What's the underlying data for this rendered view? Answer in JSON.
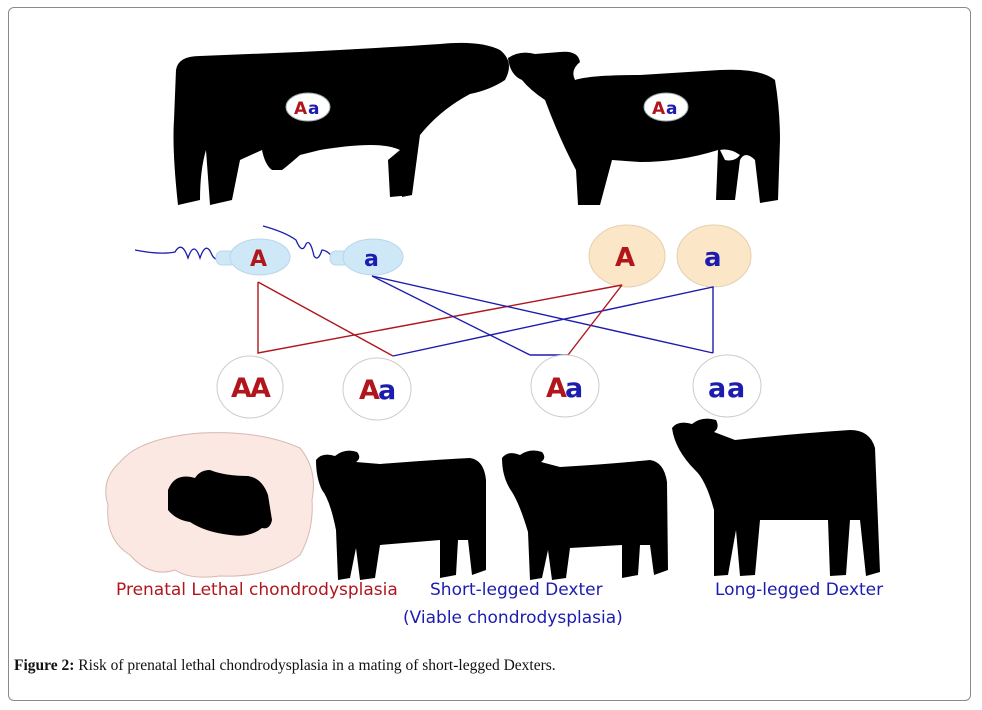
{
  "parents": {
    "bull": {
      "genotype_dominant": "A",
      "genotype_recessive": "a"
    },
    "cow": {
      "genotype_dominant": "A",
      "genotype_recessive": "a"
    }
  },
  "gametes": {
    "sperm": [
      {
        "allele": "A",
        "color": "#b0161c"
      },
      {
        "allele": "a",
        "color": "#1c1cae"
      }
    ],
    "eggs": [
      {
        "allele": "A",
        "color": "#b0161c"
      },
      {
        "allele": "a",
        "color": "#1c1cae"
      }
    ],
    "sperm_fill": "#cfe8f8",
    "egg_fill": "#fbe6c8"
  },
  "offspring": [
    {
      "first": "A",
      "second": "A",
      "outcome": "Prenatal Lethal chondrodysplasia"
    },
    {
      "first": "A",
      "second": "a",
      "outcome": "Short-legged Dexter"
    },
    {
      "first": "A",
      "second": "a",
      "outcome": "Short-legged Dexter"
    },
    {
      "first": "a",
      "second": "a",
      "outcome": "Long-legged Dexter"
    }
  ],
  "labels": {
    "lethal": "Prenatal Lethal chondrodysplasia",
    "short_legged": "Short-legged Dexter",
    "short_legged_sub": "(Viable chondrodysplasia)",
    "long_legged": "Long-legged Dexter"
  },
  "colors": {
    "dominant": "#b0161c",
    "recessive": "#1c1cae",
    "lethal_blob": "#fbe8e3",
    "silhouette": "#000000"
  },
  "caption": {
    "figure_label": "Figure 2:",
    "text": " Risk of prenatal lethal chondrodysplasia in a mating of short-legged Dexters."
  }
}
